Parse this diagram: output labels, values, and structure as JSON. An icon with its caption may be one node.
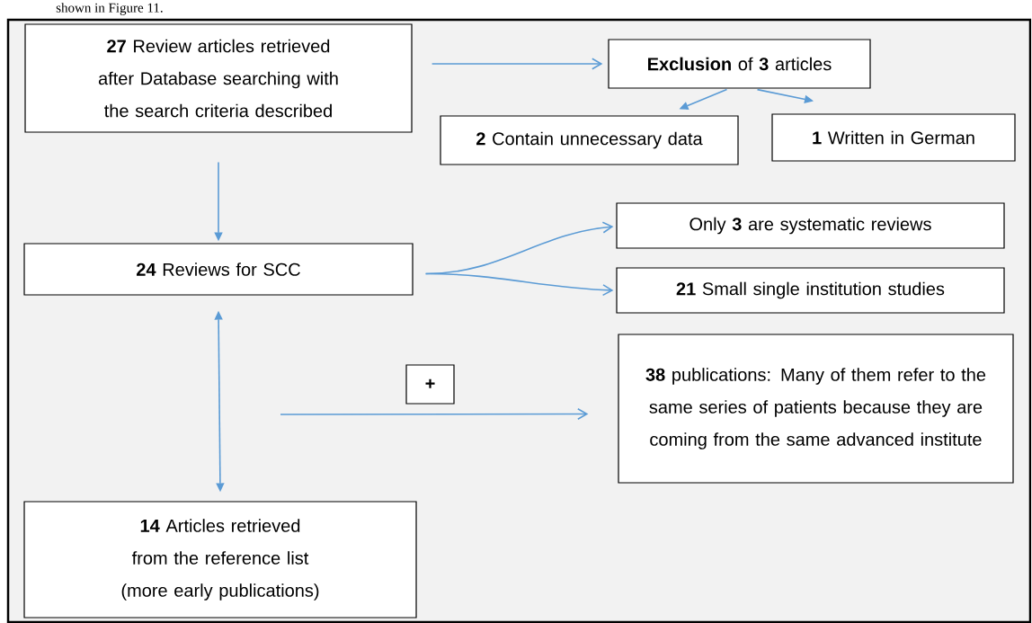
{
  "diagram": {
    "nodes": [
      {
        "text": [
          "**27** Review articles retrieved after Database searching with the search criteria described"
        ]
      },
      {
        "text": [
          "**Exclusion** of **3** articles"
        ]
      },
      {
        "text": [
          "**2** Contain unnecessary  data"
        ]
      },
      {
        "text": [
          "**1** Written in German"
        ]
      },
      {
        "text": [
          "**24** Reviews for SCC"
        ]
      },
      {
        "text": [
          "Only **3** are systematic reviews"
        ]
      },
      {
        "text": [
          "**21** Small single institution studies"
        ]
      },
      {
        "text": [
          "**+**"
        ]
      },
      {
        "text": [
          "**38** publications: Many of them refer to the same series of patients because they are coming from the same advanced institute"
        ]
      },
      {
        "text": [
          "**14** Articles retrieved from the reference list (more early publications)"
        ]
      }
    ],
    "edges": [
      {
        "from": 0,
        "to": 1,
        "arrow": "to"
      },
      {
        "from": 1,
        "to": 2,
        "arrow": "to"
      },
      {
        "from": 1,
        "to": 3,
        "arrow": "to"
      },
      {
        "from": 0,
        "to": 4,
        "arrow": "to"
      },
      {
        "from": 4,
        "to": 5,
        "arrow": "to"
      },
      {
        "from": 4,
        "to": 6,
        "arrow": "to"
      },
      {
        "from": 4,
        "to": 9,
        "arrow": "both"
      },
      {
        "from": null,
        "to": 8,
        "arrow": "to"
      }
    ],
    "labels": [
      "shown in Figure 11."
    ]
  }
}
